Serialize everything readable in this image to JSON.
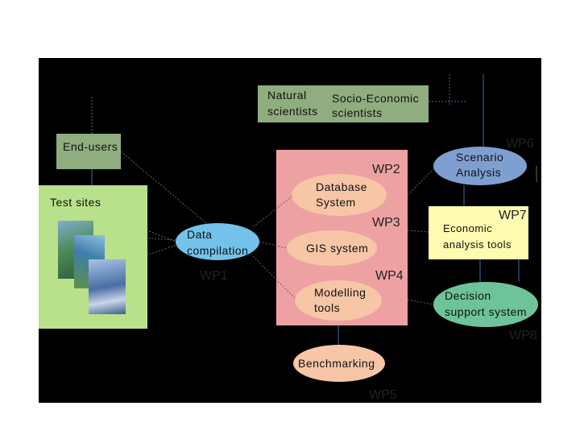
{
  "nodes": {
    "natural_scientists": {
      "line1": "Natural",
      "line2": "scientists",
      "color": "#8fad7f"
    },
    "socio_economic": {
      "line1": "Socio-Economic",
      "line2": "scientists",
      "color": "#8fad7f"
    },
    "end_users": {
      "label": "End-users",
      "color": "#8fad7f"
    },
    "test_sites": {
      "label": "Test sites",
      "color": "#b9e08a"
    },
    "data_compilation": {
      "line1": "Data",
      "line2": "compilation",
      "color": "#72c2ea"
    },
    "database_system": {
      "line1": "Database",
      "line2": "System",
      "color": "#f6c6a6"
    },
    "gis_system": {
      "label": "GIS system",
      "color": "#f6c6a6"
    },
    "modelling_tools": {
      "line1": "Modelling",
      "line2": "tools",
      "color": "#f6c6a6"
    },
    "benchmarking": {
      "label": "Benchmarking",
      "color": "#f6c6a6"
    },
    "scenario_analysis": {
      "line1": "Scenario",
      "line2": "Analysis",
      "color": "#7e9fd0"
    },
    "economic_tools": {
      "line1": "Economic",
      "line2": "analysis tools",
      "color": "#fffbb0"
    },
    "decision_support": {
      "line1": "Decision",
      "line2": "support system",
      "color": "#6fc39a"
    }
  },
  "central_block": {
    "color": "#eea1a3"
  },
  "labels": {
    "wp1": "WP1",
    "wp2": "WP2",
    "wp3": "WP3",
    "wp4": "WP4",
    "wp5": "WP5",
    "wp6": "WP6",
    "wp7": "WP7",
    "wp8": "WP8"
  },
  "colors": {
    "connector": "#3f6aa8",
    "dotted": "#666666"
  }
}
